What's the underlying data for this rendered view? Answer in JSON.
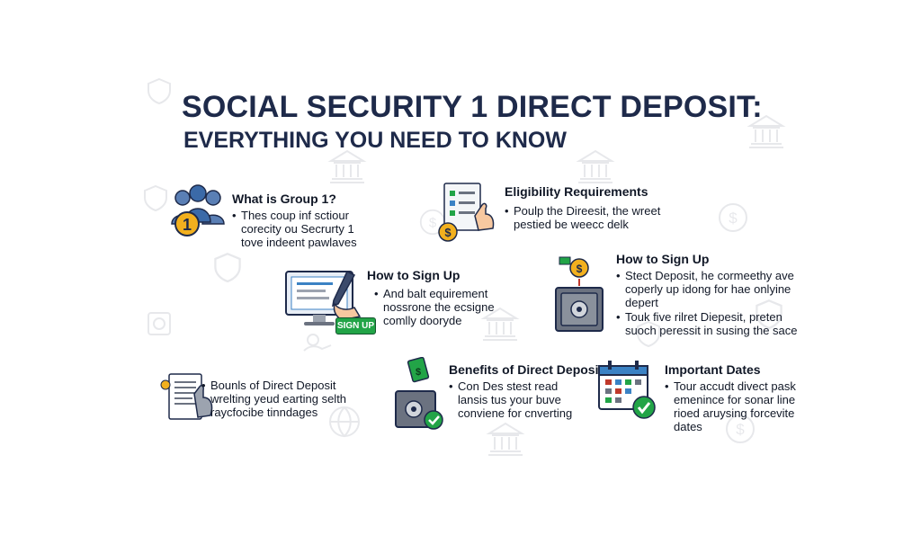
{
  "header": {
    "title": "SOCIAL SECURITY 1 DIRECT DEPOSIT:",
    "subtitle": "EVERYTHING YOU NEED TO KNOW"
  },
  "colors": {
    "navy": "#1e2a4a",
    "blue": "#3b82c4",
    "gold": "#f2b01e",
    "green": "#22a447",
    "gray": "#6b7280"
  },
  "sections": [
    {
      "id": "group",
      "icon": "people-group-1-icon",
      "title": "What is Group 1?",
      "bullets": [
        "Thes coup inf sctiour\ncorecity ou Secrurty 1\ntove indeent pawlaves"
      ]
    },
    {
      "id": "eligibility",
      "icon": "checklist-coin-icon",
      "title": "Eligibility Requirements",
      "bullets": [
        "Poulp the Direesit, the wreet\npestied be weecc delk"
      ]
    },
    {
      "id": "signup-left",
      "icon": "monitor-signup-icon",
      "title": "How to Sign Up",
      "bullets": [
        "And balt equirement\nnossrone the ecsigne\ncomlly dooryde"
      ],
      "badge": "SIGN UP"
    },
    {
      "id": "signup-right",
      "icon": "safe-deposit-icon",
      "title": "How to Sign Up",
      "bullets": [
        "Stect Deposit, he cormeethy ave\ncoperly up idong for hae onlyine\ndepert",
        "Touk five rilret Diepesit, preten\nsuoch peressit in susing the sace"
      ]
    },
    {
      "id": "documents",
      "icon": "document-hand-icon",
      "title": "",
      "bullets": [
        "Bounls of Direct Deposit\nwrelting yeud earting selth\nraycfocibe tinndages"
      ]
    },
    {
      "id": "benefits",
      "icon": "money-safe-check-icon",
      "title": "Benefits of Direct Deposit",
      "bullets": [
        "Con Des stest read\nlansis tus your buve\nconviene for cnverting"
      ]
    },
    {
      "id": "dates",
      "icon": "calendar-check-icon",
      "title": "Important Dates",
      "bullets": [
        "Tour accudt divect pask\nemenince for sonar line\nrioed aruysing forcevite\ndates"
      ]
    }
  ],
  "icons": {
    "group_number": "1",
    "coin_symbol": "$"
  }
}
